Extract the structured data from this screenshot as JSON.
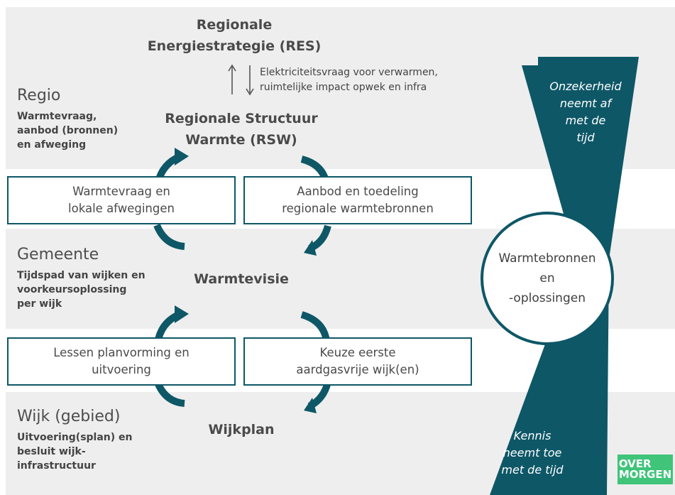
{
  "top": {
    "res_title_line1": "Regionale",
    "res_title_line2": "Energiestrategie (RES)",
    "arrow_note_line1": "Elektriciteitsvraag voor verwarmen,",
    "arrow_note_line2": "ruimtelijke impact opwek en infra"
  },
  "regio": {
    "name": "Regio",
    "desc_line1": "Warmtevraag,",
    "desc_line2": "aanbod (bronnen)",
    "desc_line3": "en afweging",
    "product_line1": "Regionale Structuur",
    "product_line2": "Warmte (RSW)"
  },
  "boxes_upper": {
    "left_line1": "Warmtevraag en",
    "left_line2": "lokale afwegingen",
    "right_line1": "Aanbod en toedeling",
    "right_line2": "regionale warmtebronnen"
  },
  "gemeente": {
    "name": "Gemeente",
    "desc_line1": "Tijdspad van wijken en",
    "desc_line2": "voorkeursoplossing",
    "desc_line3": "per wijk",
    "product": "Warmtevisie"
  },
  "boxes_lower": {
    "left_line1": "Lessen planvorming en",
    "left_line2": "uitvoering",
    "right_line1": "Keuze eerste",
    "right_line2": "aardgasvrije wijk(en)"
  },
  "wijk": {
    "name": "Wijk (gebied)",
    "desc_line1": "Uitvoering(splan) en",
    "desc_line2": "besluit wijk-",
    "desc_line3": "infrastructuur",
    "product": "Wijkplan"
  },
  "funnel": {
    "top_line1": "Onzekerheid",
    "top_line2": "neemt af",
    "top_line3": "met de",
    "top_line4": "tijd",
    "circle_line1": "Warmtebronnen",
    "circle_line2": "en",
    "circle_line3": "-oplossingen",
    "bottom_line1": "Kennis",
    "bottom_line2": "neemt toe",
    "bottom_line3": "met de tijd"
  },
  "logo": {
    "line1": "OVER",
    "line2": "MORGEN"
  },
  "colors": {
    "teal": "#0e5767",
    "band": "#eeeeee",
    "logo_green": "#3fc47a"
  }
}
